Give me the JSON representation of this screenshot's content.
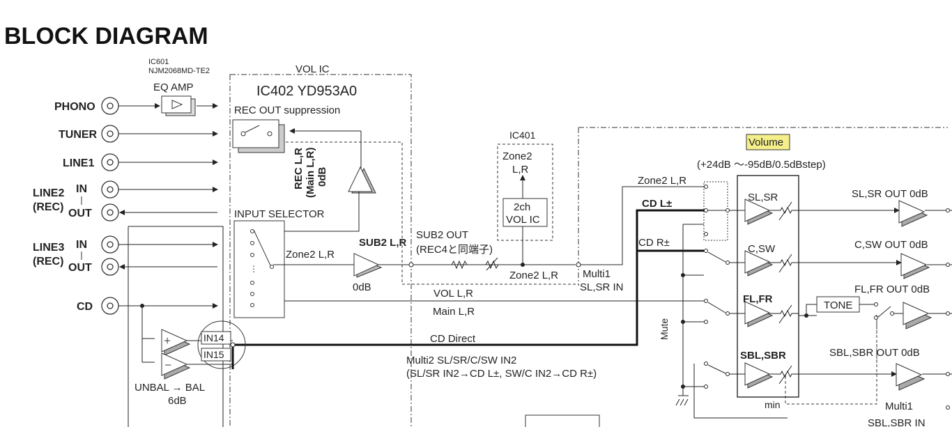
{
  "title": "BLOCK DIAGRAM",
  "ic601": {
    "name": "IC601",
    "part": "NJM2068MD-TE2",
    "label": "EQ AMP"
  },
  "vol_ic": {
    "label": "VOL IC",
    "name": "IC402  YD953A0",
    "rec_out": "REC OUT suppression",
    "input_selector": "INPUT SELECTOR"
  },
  "ic401": {
    "name": "IC401",
    "zone2_line1": "Zone2",
    "zone2_line2": "L,R",
    "vol_line1": "2ch",
    "vol_line2": "VOL IC"
  },
  "inputs": {
    "phono": "PHONO",
    "tuner": "TUNER",
    "line1": "LINE1",
    "line2": "LINE2",
    "line2_rec": "(REC)",
    "line3": "LINE3",
    "line3_rec": "(REC)",
    "in": "IN",
    "out": "OUT",
    "cd": "CD"
  },
  "labels": {
    "rec_lr": "REC L,R",
    "main_lr": "(Main L,R)",
    "zero_db_vert": "0dB",
    "zone2_lr": "Zone2 L,R",
    "sub2_lr": "SUB2 L,R",
    "zero_db": "0dB",
    "sub2_out": "SUB2 OUT",
    "rec4": "(REC4と同端子)",
    "zone2_lr_2": "Zone2 L,R",
    "vol_lr": "VOL L,R",
    "main_lr_2": "Main L,R",
    "cd_direct": "CD Direct",
    "multi2": "Multi2 SL/SR/C/SW IN2",
    "multi2_detail": "(SL/SR IN2→CD L±, SW/C IN2→CD R±)",
    "in14": "IN14",
    "in15": "IN15",
    "unbal": "UNBAL  → BAL",
    "six_db": "6dB",
    "multi1": "Multi1",
    "slsr_in": "SL,SR IN",
    "zone2_lr_3": "Zone2 L,R",
    "cd_l": "CD L±",
    "cd_r": "CD R±",
    "mute": "Mute",
    "volume": "Volume",
    "volume_range": "(+24dB ～-95dB/0.5dBstep)",
    "sl_sr": "SL,SR",
    "c_sw": "C,SW",
    "fl_fr": "FL,FR",
    "sbl_sbr": "SBL,SBR",
    "min": "min",
    "sl_sr_out": "SL,SR OUT 0dB",
    "c_sw_out": "C,SW OUT 0dB",
    "fl_fr_out": "FL,FR OUT 0dB",
    "sbl_sbr_out": "SBL,SBR OUT 0dB",
    "tone": "TONE",
    "multi1_b": "Multi1",
    "sbl_sbr_in": "SBL,SBR IN"
  },
  "colors": {
    "line": "#222222",
    "volume_highlight": "#f5ef8a"
  }
}
